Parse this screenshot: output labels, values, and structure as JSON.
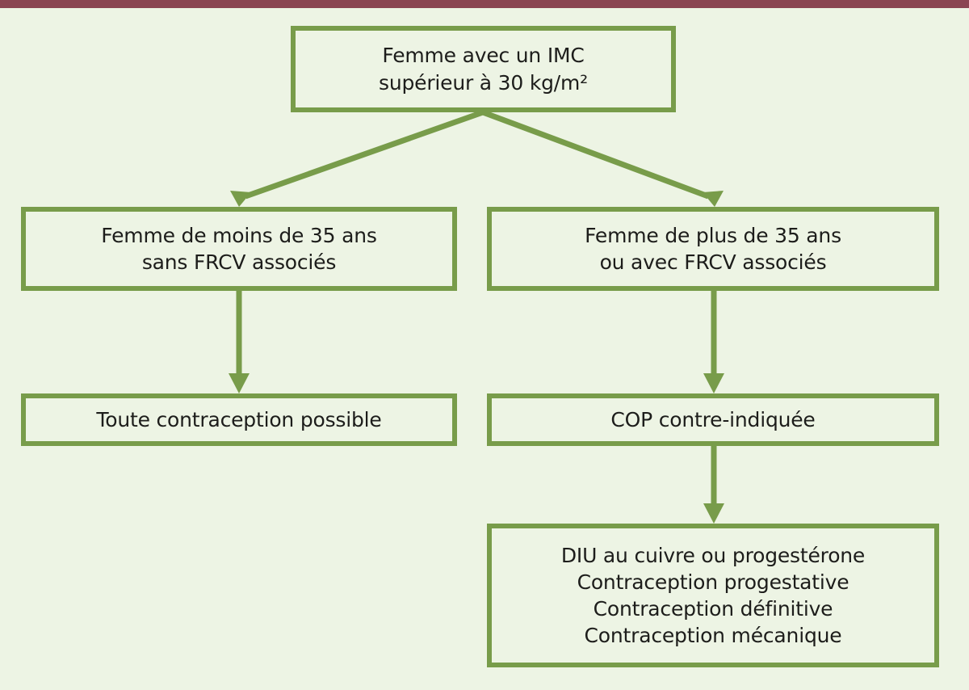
{
  "figure": {
    "type": "flowchart",
    "language": "fr",
    "background_color": "#edf4e4",
    "accent_color": "#789c4a",
    "rule_color": "#8b4552",
    "text_color": "#1d1d1b"
  },
  "nodes": {
    "root": {
      "id": "root",
      "text": "Femme avec un IMC\nsupérieur à 30 kg/m²",
      "lines": [
        "Femme avec un IMC",
        "supérieur à 30 kg/m²"
      ]
    },
    "left_1": {
      "id": "left-1",
      "text": "Femme de moins de 35 ans\nsans FRCV associés",
      "lines": [
        "Femme de moins de 35 ans",
        "sans FRCV associés"
      ]
    },
    "right_1": {
      "id": "right-1",
      "text": "Femme de plus de 35 ans\nou avec FRCV associés",
      "lines": [
        "Femme de plus de 35 ans",
        "ou avec FRCV associés"
      ]
    },
    "left_2": {
      "id": "left-2",
      "text": "Toute contraception possible",
      "lines": [
        "Toute contraception possible"
      ]
    },
    "right_2": {
      "id": "right-2",
      "text": "COP contre-indiquée",
      "lines": [
        "COP contre-indiquée"
      ]
    },
    "right_3": {
      "id": "right-3",
      "text": "DIU au cuivre ou progestérone\nContraception progestative\nContraception définitive\nContraception mécanique",
      "lines": [
        "DIU au cuivre ou progestérone",
        "Contraception progestative",
        "Contraception définitive",
        "Contraception mécanique"
      ]
    }
  },
  "edges": [
    {
      "from": "root",
      "to": "left_1",
      "style": "diagonal-arrow"
    },
    {
      "from": "root",
      "to": "right_1",
      "style": "diagonal-arrow"
    },
    {
      "from": "left_1",
      "to": "left_2",
      "style": "vertical-arrow"
    },
    {
      "from": "right_1",
      "to": "right_2",
      "style": "vertical-arrow"
    },
    {
      "from": "right_2",
      "to": "right_3",
      "style": "vertical-arrow"
    }
  ]
}
